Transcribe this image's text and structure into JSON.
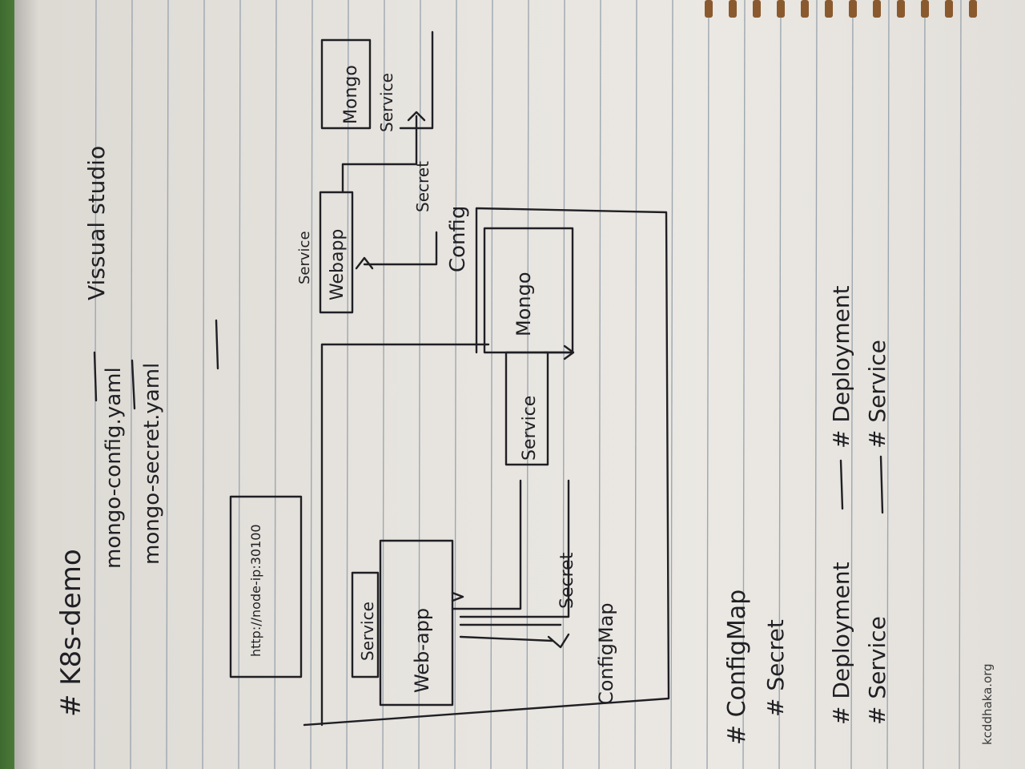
{
  "notes": {
    "heading": "# K8s-demo",
    "files": {
      "config": "mongo-config.yaml",
      "secret": "mongo-secret.yaml",
      "editor": "Vissual studio"
    },
    "diagram_left": {
      "url_box": "http://node-ip:30100",
      "service": "Service",
      "webapp": "Web-app",
      "service2": "Service",
      "mongo": "Mongo",
      "secret": "Secret",
      "configmap": "ConfigMap"
    },
    "diagram_right": {
      "service": "Service",
      "webapp": "Webapp",
      "secret": "Secret",
      "config": "Config",
      "mongo": "Mongo",
      "service2": "Service"
    },
    "bottom_left": {
      "line1": "# ConfigMap",
      "line2": "# Secret",
      "line3": "# Deployment",
      "line4": "# Service"
    },
    "bottom_right": {
      "line1": "# Deployment",
      "line2": "# Service"
    }
  },
  "footer": {
    "site": "kcddhaka.org"
  }
}
